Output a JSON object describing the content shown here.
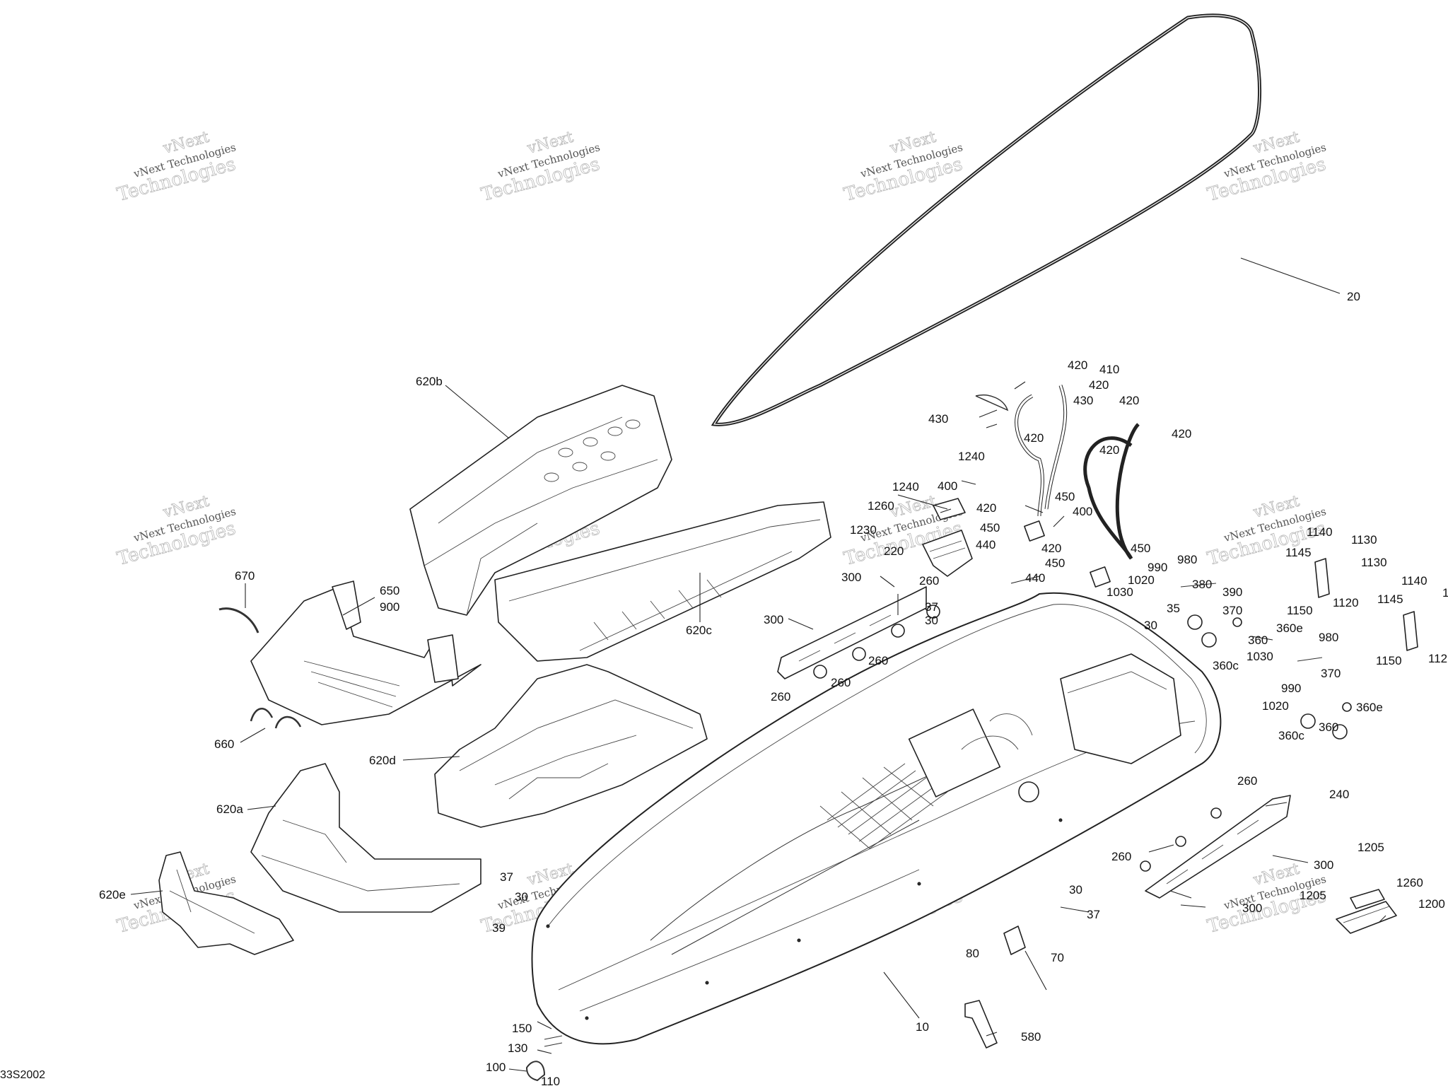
{
  "watermark": {
    "line1": "vNext",
    "line2": "vNext Technologies",
    "line3": "Technologies"
  },
  "reference_code": "33S2002",
  "callouts": [
    {
      "id": "c20",
      "label": "20"
    },
    {
      "id": "c620b",
      "label": "620b"
    },
    {
      "id": "c620c",
      "label": "620c"
    },
    {
      "id": "c620d",
      "label": "620d"
    },
    {
      "id": "c620a",
      "label": "620a"
    },
    {
      "id": "c620e",
      "label": "620e"
    },
    {
      "id": "c670",
      "label": "670"
    },
    {
      "id": "c650",
      "label": "650"
    },
    {
      "id": "c900",
      "label": "900"
    },
    {
      "id": "c660",
      "label": "660"
    },
    {
      "id": "c420a",
      "label": "420"
    },
    {
      "id": "c410",
      "label": "410"
    },
    {
      "id": "c420b",
      "label": "420"
    },
    {
      "id": "c430a",
      "label": "430"
    },
    {
      "id": "c430b",
      "label": "430"
    },
    {
      "id": "c420c",
      "label": "420"
    },
    {
      "id": "c420d",
      "label": "420"
    },
    {
      "id": "c420e",
      "label": "420"
    },
    {
      "id": "c420f",
      "label": "420"
    },
    {
      "id": "c1240a",
      "label": "1240"
    },
    {
      "id": "c1240b",
      "label": "1240"
    },
    {
      "id": "c400a",
      "label": "400"
    },
    {
      "id": "c450a",
      "label": "450"
    },
    {
      "id": "c400b",
      "label": "400"
    },
    {
      "id": "c1260",
      "label": "1260"
    },
    {
      "id": "c420g",
      "label": "420"
    },
    {
      "id": "c450b",
      "label": "450"
    },
    {
      "id": "c440a",
      "label": "440"
    },
    {
      "id": "c1230",
      "label": "1230"
    },
    {
      "id": "c420h",
      "label": "420"
    },
    {
      "id": "c450c",
      "label": "450"
    },
    {
      "id": "c450d",
      "label": "450"
    },
    {
      "id": "c440b",
      "label": "440"
    },
    {
      "id": "c220",
      "label": "220"
    },
    {
      "id": "c300a",
      "label": "300"
    },
    {
      "id": "c260a",
      "label": "260"
    },
    {
      "id": "c37a",
      "label": "37"
    },
    {
      "id": "c30a",
      "label": "30"
    },
    {
      "id": "c300b",
      "label": "300"
    },
    {
      "id": "c260b",
      "label": "260"
    },
    {
      "id": "c260c",
      "label": "260"
    },
    {
      "id": "c260d",
      "label": "260"
    },
    {
      "id": "c990a",
      "label": "990"
    },
    {
      "id": "c980a",
      "label": "980"
    },
    {
      "id": "c1020a",
      "label": "1020"
    },
    {
      "id": "c1030a",
      "label": "1030"
    },
    {
      "id": "c380",
      "label": "380"
    },
    {
      "id": "c390",
      "label": "390"
    },
    {
      "id": "c35",
      "label": "35"
    },
    {
      "id": "c370a",
      "label": "370"
    },
    {
      "id": "c30b",
      "label": "30"
    },
    {
      "id": "c360e_a",
      "label": "360e"
    },
    {
      "id": "c360a",
      "label": "360"
    },
    {
      "id": "c360c_a",
      "label": "360c"
    },
    {
      "id": "c980b",
      "label": "980"
    },
    {
      "id": "c1030b",
      "label": "1030"
    },
    {
      "id": "c370b",
      "label": "370"
    },
    {
      "id": "c990b",
      "label": "990"
    },
    {
      "id": "c1020b",
      "label": "1020"
    },
    {
      "id": "c360e_b",
      "label": "360e"
    },
    {
      "id": "c360c_b",
      "label": "360c"
    },
    {
      "id": "c360b",
      "label": "360"
    },
    {
      "id": "c1140a",
      "label": "1140"
    },
    {
      "id": "c1130a",
      "label": "1130"
    },
    {
      "id": "c1145a",
      "label": "1145"
    },
    {
      "id": "c1130b",
      "label": "1130"
    },
    {
      "id": "c1120a",
      "label": "1120"
    },
    {
      "id": "c1150a",
      "label": "1150"
    },
    {
      "id": "c1140b",
      "label": "1140"
    },
    {
      "id": "c1145b",
      "label": "1145"
    },
    {
      "id": "c1150b",
      "label": "1150"
    },
    {
      "id": "c1120b",
      "label": "112"
    },
    {
      "id": "c1b",
      "label": "1"
    },
    {
      "id": "c260e",
      "label": "260"
    },
    {
      "id": "c240",
      "label": "240"
    },
    {
      "id": "c260f",
      "label": "260"
    },
    {
      "id": "c300c",
      "label": "300"
    },
    {
      "id": "c1205a",
      "label": "1205"
    },
    {
      "id": "c1205b",
      "label": "1205"
    },
    {
      "id": "c1260b",
      "label": "1260"
    },
    {
      "id": "c1200",
      "label": "1200"
    },
    {
      "id": "c300d",
      "label": "300"
    },
    {
      "id": "c30c",
      "label": "30"
    },
    {
      "id": "c37b",
      "label": "37"
    },
    {
      "id": "c80",
      "label": "80"
    },
    {
      "id": "c70",
      "label": "70"
    },
    {
      "id": "c10",
      "label": "10"
    },
    {
      "id": "c580",
      "label": "580"
    },
    {
      "id": "c37c",
      "label": "37"
    },
    {
      "id": "c30d",
      "label": "30"
    },
    {
      "id": "c39",
      "label": "39"
    },
    {
      "id": "c150",
      "label": "150"
    },
    {
      "id": "c130",
      "label": "130"
    },
    {
      "id": "c100",
      "label": "100"
    },
    {
      "id": "c110",
      "label": "110"
    }
  ]
}
